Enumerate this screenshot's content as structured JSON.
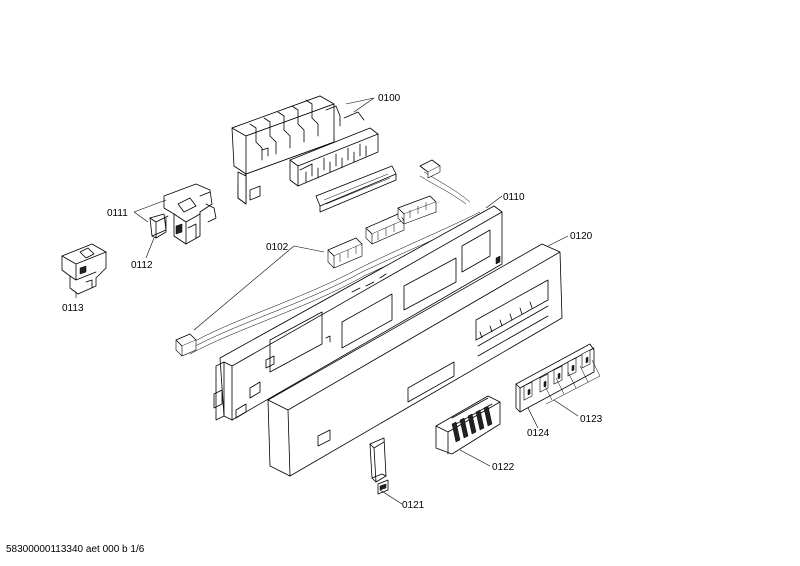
{
  "labels": {
    "p0100": "0100",
    "p0102": "0102",
    "p0110": "0110",
    "p0111": "0111",
    "p0112": "0112",
    "p0113": "0113",
    "p0120": "0120",
    "p0121": "0121",
    "p0122": "0122",
    "p0123": "0123",
    "p0124": "0124"
  },
  "footer": "58300000113340 aet 000 b 1/6"
}
